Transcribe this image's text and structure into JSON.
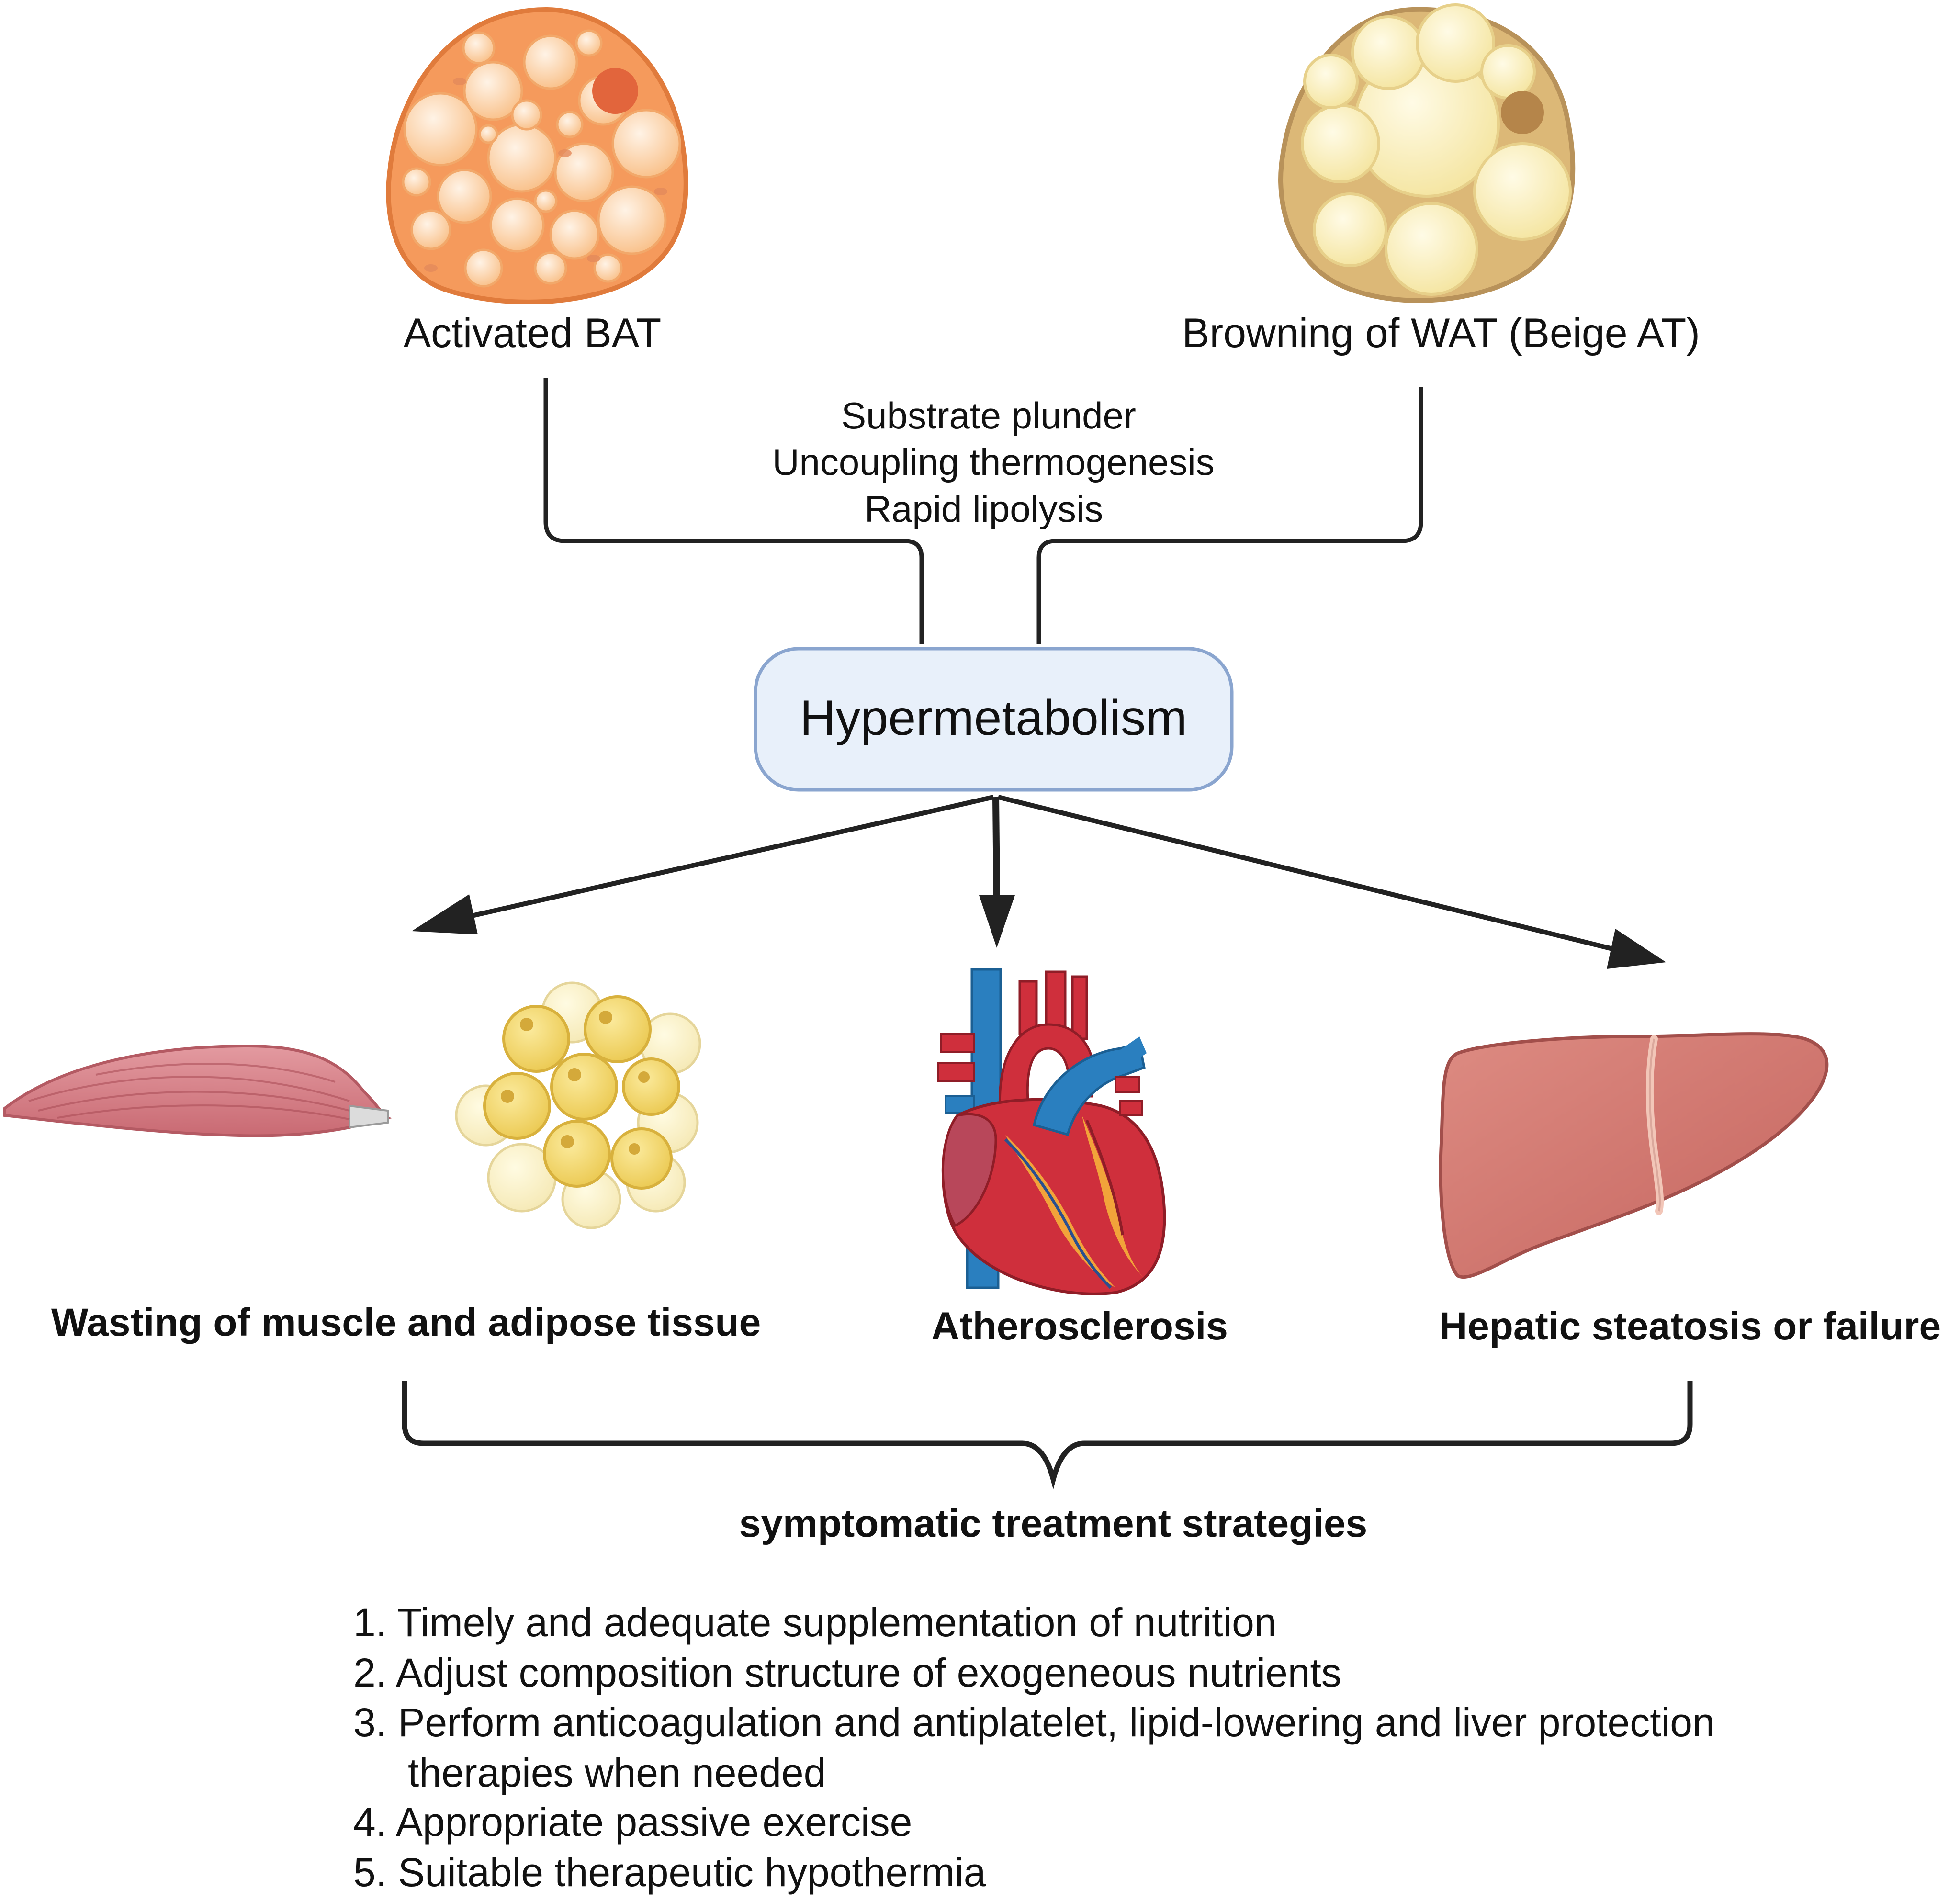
{
  "top": {
    "bat_label": "Activated BAT",
    "wat_label": "Browning of WAT (Beige AT)"
  },
  "mechanisms": [
    "Substrate plunder",
    "Uncoupling thermogenesis",
    "Rapid lipolysis"
  ],
  "hub": {
    "label": "Hypermetabolism"
  },
  "outcomes": [
    {
      "label": "Wasting of muscle and adipose tissue"
    },
    {
      "label": "Atherosclerosis"
    },
    {
      "label": "Hepatic steatosis or failure"
    }
  ],
  "treatment": {
    "title": "symptomatic treatment strategies",
    "items": [
      "1. Timely and adequate supplementation of  nutrition",
      "2. Adjust composition structure of exogeneous nutrients",
      "3. Perform anticoagulation and antiplatelet, lipid-lowering and liver protection",
      "therapies when needed",
      "4. Appropriate passive exercise",
      "5. Suitable therapeutic hypothermia"
    ]
  },
  "colors": {
    "bat_fill": "#f59a5c",
    "beige_fill": "#dcb877",
    "hub_fill": "#e8f0fa",
    "hub_border": "#8aa5cf",
    "muscle": "#d77f86",
    "fat_cell": "#f1d46d",
    "heart_red": "#cf2f3c",
    "vessel_blue": "#2a7fbf",
    "liver": "#cc736c",
    "line": "#222222"
  },
  "icons": [
    "brown-fat-cell-icon",
    "beige-fat-cell-icon",
    "muscle-icon",
    "adipocyte-cluster-icon",
    "heart-icon",
    "liver-icon"
  ]
}
